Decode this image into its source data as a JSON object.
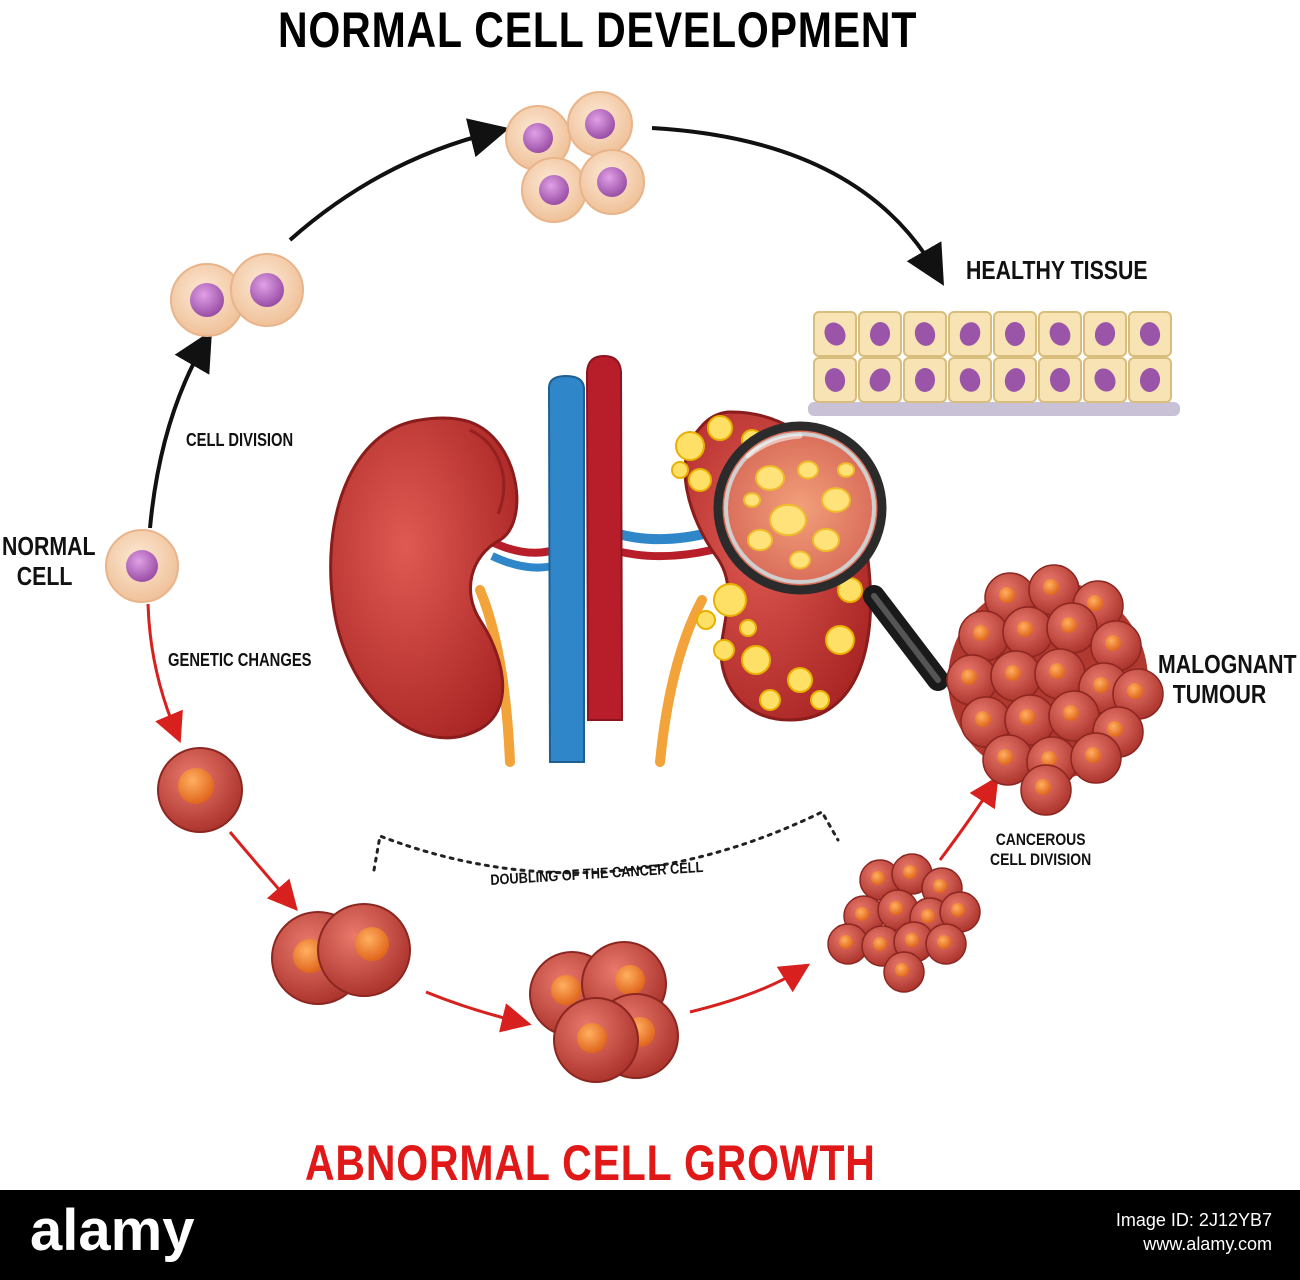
{
  "diagram": {
    "title_top": "NORMAL CELL DEVELOPMENT",
    "title_bottom": "ABNORMAL CELL GROWTH",
    "labels": {
      "healthy_tissue": "HEALTHY TISSUE",
      "cell_division": "CELL DIVISION",
      "normal_cell_line1": "NORMAL",
      "normal_cell_line2": "CELL",
      "genetic_changes": "GENETIC CHANGES",
      "malignant_line1": "MALOGNANT",
      "malignant_line2": "TUMOUR",
      "cancerous_line1": "CANCEROUS",
      "cancerous_line2": "CELL DIVISION",
      "doubling": "DOUBLING OF THE CANCER CELL"
    },
    "colors": {
      "normal_arrow": "#111111",
      "abnormal_arrow": "#d8201e",
      "healthy_cell": "#f7d5b5",
      "nucleus": "#b060b8",
      "cancer_cell": "#c8483d",
      "cancer_nucleus": "#f08030",
      "kidney": "#c53a35",
      "vein": "#2f86c9",
      "artery": "#b81e2a"
    }
  },
  "footer": {
    "brand": "alamy",
    "image_id_line": "Image ID: 2J12YB7",
    "site": "www.alamy.com"
  }
}
